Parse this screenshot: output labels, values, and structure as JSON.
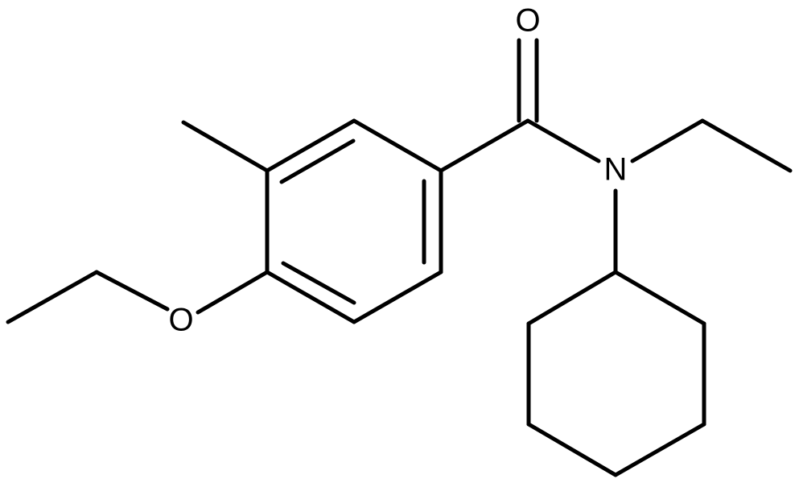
{
  "atoms": {
    "carbonyl_oxygen": "O",
    "amide_nitrogen": "N",
    "ether_oxygen": "O"
  },
  "colors": {
    "bond": "#000000",
    "label": "#000000",
    "background": "#ffffff"
  }
}
